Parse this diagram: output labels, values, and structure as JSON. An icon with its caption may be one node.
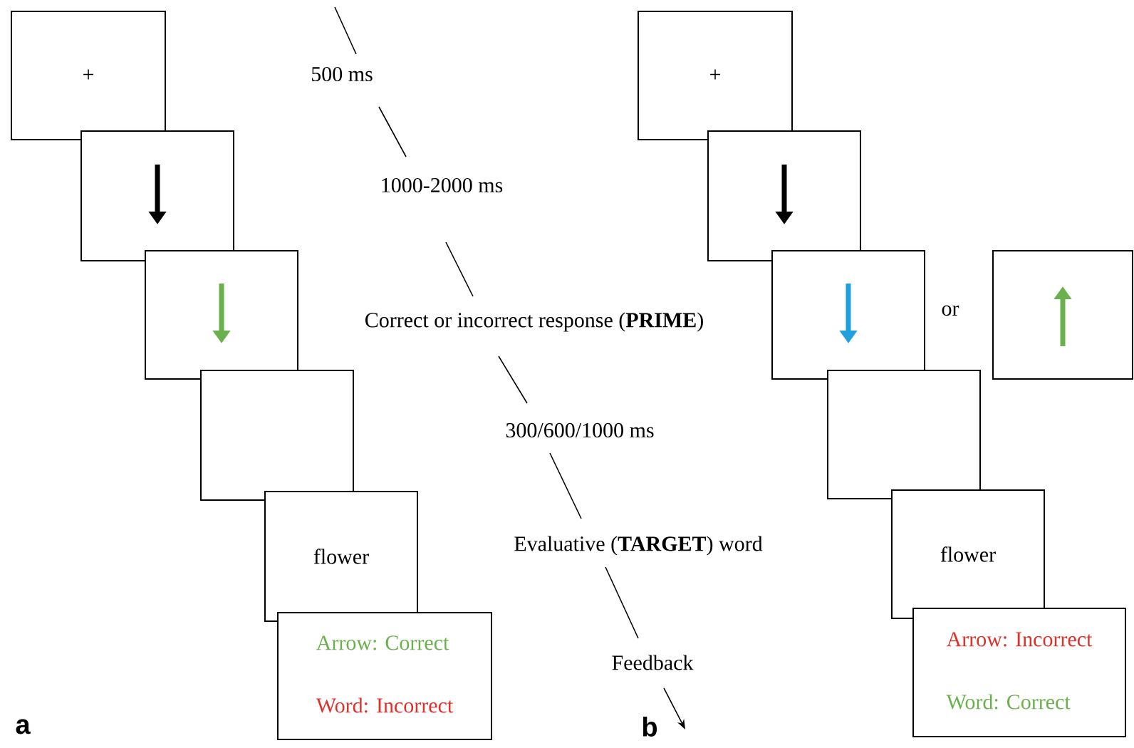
{
  "diagram": {
    "nodes": [
      {
        "text": [
          "+"
        ]
      },
      {
        "text": [],
        "shape": "box"
      },
      {
        "text": [],
        "shape": "box"
      },
      {
        "text": [],
        "shape": "box"
      },
      {
        "text": [
          "flower"
        ]
      },
      {
        "text": [
          "Arrow: Correct",
          "Word: Incorrect"
        ]
      },
      {
        "text": [
          "+"
        ]
      },
      {
        "text": [],
        "shape": "box"
      },
      {
        "text": [],
        "shape": "box"
      },
      {
        "text": [],
        "shape": "box"
      },
      {
        "text": [],
        "shape": "box"
      },
      {
        "text": [
          "flower"
        ]
      },
      {
        "text": [
          "Arrow: Incorrect",
          "Word: Correct"
        ]
      }
    ],
    "labels": [
      "500 ms",
      "1000-2000 ms",
      "Correct or incorrect response (**PRIME**)",
      "or",
      "300/600/1000 ms",
      "Evaluative (**TARGET**) word",
      "Feedback",
      "a",
      "b"
    ]
  }
}
